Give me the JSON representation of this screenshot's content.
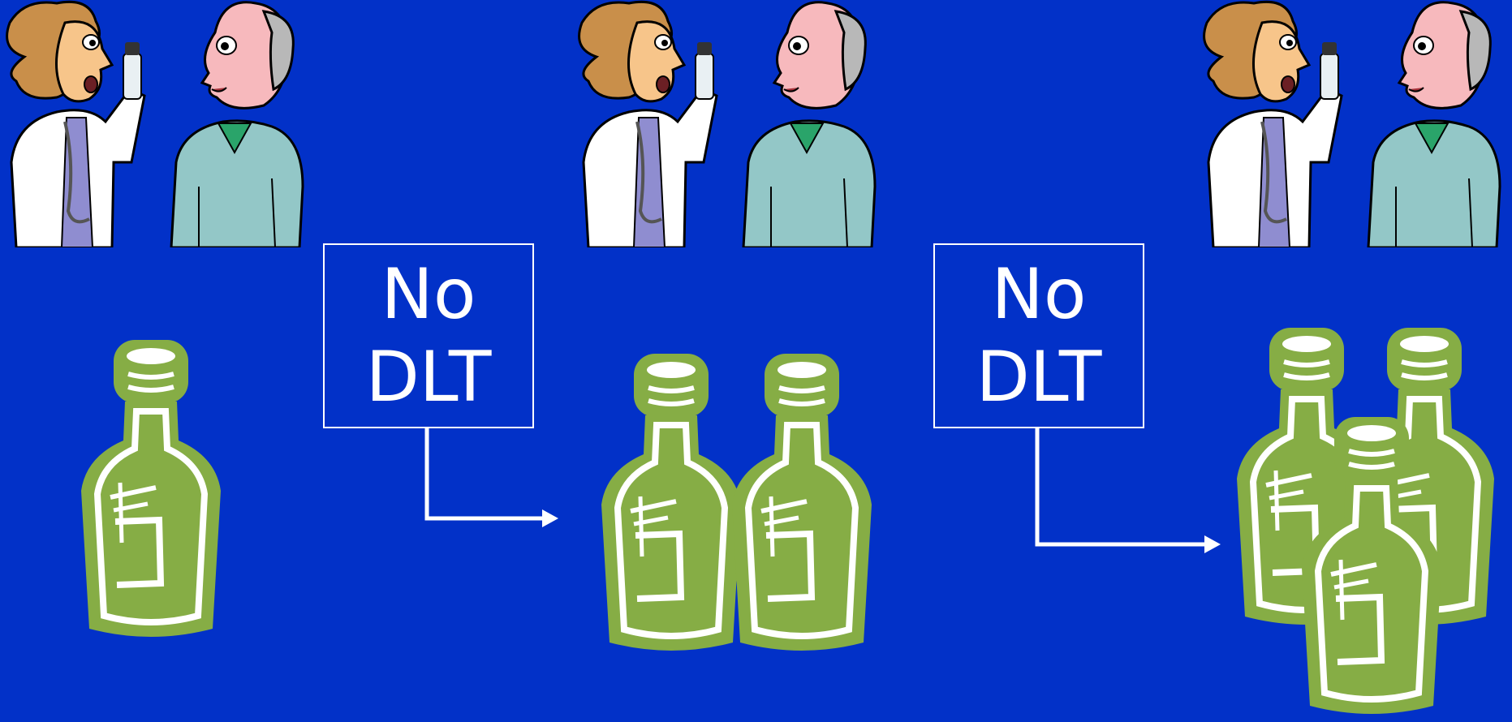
{
  "colors": {
    "background": "#0231c8",
    "bottle_fill": "#86ad45",
    "bottle_line": "#ffffff",
    "box_border": "#ffffff",
    "arrow": "#ffffff"
  },
  "steps": [
    {
      "bottles": 1
    },
    {
      "bottles": 2
    },
    {
      "bottles": 3
    }
  ],
  "boxes": [
    {
      "line1": "No",
      "line2": "DLT"
    },
    {
      "line1": "No",
      "line2": "DLT"
    }
  ],
  "icons": [
    "doctor-icon",
    "patient-icon",
    "bottle-icon",
    "arrow-icon"
  ]
}
